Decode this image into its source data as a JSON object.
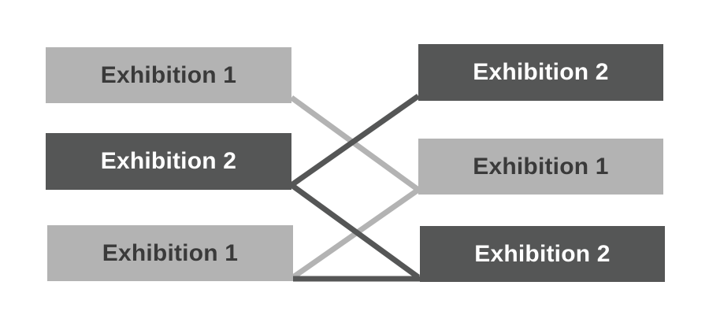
{
  "left_column": [
    {
      "label": "Exhibition 1",
      "tone": "light"
    },
    {
      "label": "Exhibition 2",
      "tone": "dark"
    },
    {
      "label": "Exhibition 1",
      "tone": "light"
    }
  ],
  "right_column": [
    {
      "label": "Exhibition 2",
      "tone": "dark"
    },
    {
      "label": "Exhibition 1",
      "tone": "light"
    },
    {
      "label": "Exhibition 2",
      "tone": "dark"
    }
  ],
  "connections": [
    {
      "from": "left-1",
      "to": "right-2",
      "tone": "light"
    },
    {
      "from": "left-3",
      "to": "right-2",
      "tone": "light"
    },
    {
      "from": "left-2",
      "to": "right-1",
      "tone": "dark"
    },
    {
      "from": "left-2",
      "to": "right-3",
      "tone": "dark"
    },
    {
      "from": "left-3",
      "to": "right-3",
      "tone": "dark"
    }
  ],
  "colors": {
    "light_box": "#b3b3b3",
    "light_text": "#3a3a3a",
    "dark_box": "#555656",
    "dark_text": "#ffffff",
    "light_line": "#b3b3b3",
    "dark_line": "#555656",
    "background": "#ffffff"
  }
}
